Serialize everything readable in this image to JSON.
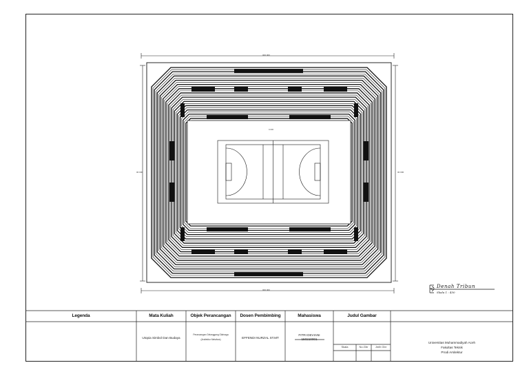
{
  "drawing": {
    "dimensions": {
      "top": "000 000",
      "bottom": "000 000",
      "left": "00 000",
      "right": "00 000"
    },
    "plan_note": "0.000"
  },
  "drawing_title": {
    "name": "Denah Tribun",
    "scale": "Skala 1 : 450"
  },
  "title_block": {
    "legend": {
      "label": "Legenda"
    },
    "course": {
      "label": "Mata Kuliah",
      "value": "Utopia Simbol Dan Budaya"
    },
    "object": {
      "label": "Objek Perancangan",
      "value_line1": "Perancangan Gelanggang Olahraga",
      "value_line2": "(Arsitektur Metafora)"
    },
    "advisor": {
      "label": "Dosen Pembimbing",
      "value": "EFFENDI NURZAL ST.MT"
    },
    "student": {
      "label": "Mahasiswa",
      "name": "FITRI DEVIANI",
      "id": "150210001"
    },
    "drawing_title": {
      "label": "Judul Gambar",
      "scale": "Skala",
      "sheet_no": "No.Gbr",
      "sheet_count": "Jmlh Gbr"
    },
    "institution": {
      "line1": "Universitas Muhammadiyah Aceh",
      "line2": "Fakultas Teknik",
      "line3": "Prodi Arsitektur"
    }
  }
}
